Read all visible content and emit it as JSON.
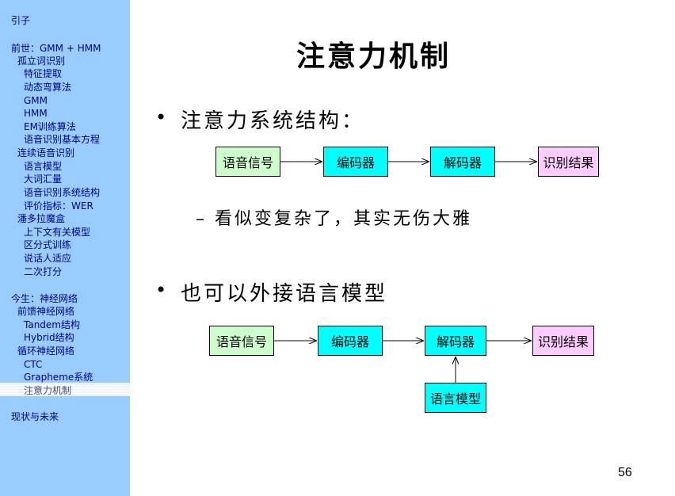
{
  "sidebar": {
    "items": [
      {
        "label": "引子"
      },
      {
        "label": "前世：GMM + HMM"
      },
      {
        "label": "孤立词识别"
      },
      {
        "label": "特征提取"
      },
      {
        "label": "动态弯算法"
      },
      {
        "label": "GMM"
      },
      {
        "label": "HMM"
      },
      {
        "label": "EM训练算法"
      },
      {
        "label": "语音识别基本方程"
      },
      {
        "label": "连续语音识别"
      },
      {
        "label": "语言模型"
      },
      {
        "label": "大词汇量"
      },
      {
        "label": "语音识别系统结构"
      },
      {
        "label": "评价指标：WER"
      },
      {
        "label": "潘多拉魔盒"
      },
      {
        "label": "上下文有关模型"
      },
      {
        "label": "区分式训练"
      },
      {
        "label": "说话人适应"
      },
      {
        "label": "二次打分"
      },
      {
        "label": "今生：神经网络"
      },
      {
        "label": "前馈神经网络"
      },
      {
        "label": "Tandem结构"
      },
      {
        "label": "Hybrid结构"
      },
      {
        "label": "循环神经网络"
      },
      {
        "label": "CTC"
      },
      {
        "label": "Grapheme系统"
      },
      {
        "label": "注意力机制"
      },
      {
        "label": "现状与未来"
      }
    ]
  },
  "slide": {
    "title": "注意力机制",
    "bullet1": "注意力系统结构：",
    "sub_bullet": "– 看似变复杂了，其实无伤大雅",
    "bullet2": "也可以外接语言模型",
    "bullet_glyph": "•",
    "diagram1": {
      "boxes": [
        "语音信号",
        "编码器",
        "解码器",
        "识别结果"
      ]
    },
    "diagram2": {
      "boxes": [
        "语音信号",
        "编码器",
        "解码器",
        "识别结果"
      ],
      "lm_box": "语言模型"
    },
    "page_number": "56"
  },
  "colors": {
    "sidebar_bg": "#99ccff",
    "nav_text": "#000080",
    "box_green": "#ccffcc",
    "box_cyan": "#00ffff",
    "box_pink": "#ffccff"
  }
}
